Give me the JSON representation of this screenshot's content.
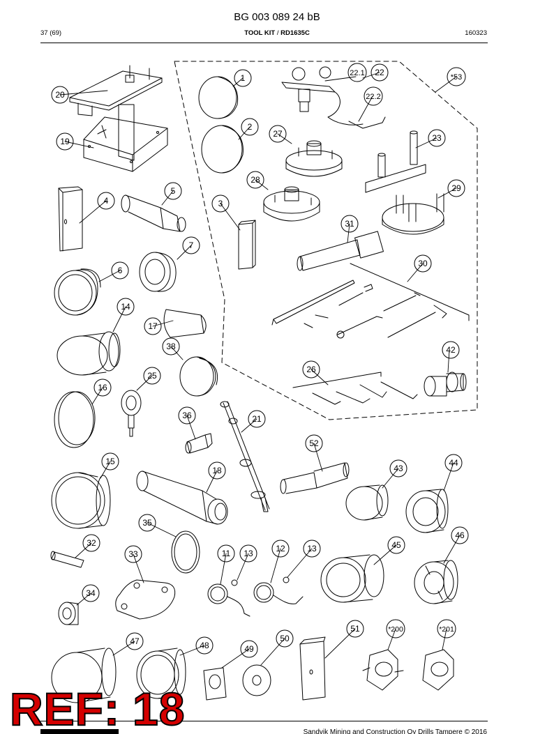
{
  "header": {
    "doc_title": "BG 003 089 24 bB",
    "page": "37 (69)",
    "kit_name": "TOOL KIT",
    "kit_sep": "/",
    "kit_code": "RD1635C",
    "date_code": "160323"
  },
  "parts": [
    {
      "label": "1",
      "tool": "dome-cap"
    },
    {
      "label": "2",
      "tool": "dome-cap"
    },
    {
      "label": "3",
      "tool": "plate"
    },
    {
      "label": "4",
      "tool": "block"
    },
    {
      "label": "5",
      "tool": "stepped-shaft"
    },
    {
      "label": "6",
      "tool": "sleeve"
    },
    {
      "label": "7",
      "tool": "bearing-ring"
    },
    {
      "label": "14",
      "tool": "sleeve"
    },
    {
      "label": "15",
      "tool": "sleeve"
    },
    {
      "label": "16",
      "tool": "disc"
    },
    {
      "label": "17",
      "tool": "taper-plug"
    },
    {
      "label": "18",
      "tool": "long-sleeve"
    },
    {
      "label": "19",
      "tool": "stand"
    },
    {
      "label": "20",
      "tool": "stand"
    },
    {
      "label": "21",
      "tool": "extractor-rod"
    },
    {
      "label": "22.1",
      "tool": "gauge-assembly"
    },
    {
      "label": "22",
      "tool": "gauge-assembly"
    },
    {
      "label": "22.2",
      "tool": "hose"
    },
    {
      "label": "*53",
      "tool": "kit-boundary"
    },
    {
      "label": "23",
      "tool": "pin-bar"
    },
    {
      "label": "25",
      "tool": "eye-bolt"
    },
    {
      "label": "26",
      "tool": "pick-set"
    },
    {
      "label": "27",
      "tool": "pulley-plate"
    },
    {
      "label": "28",
      "tool": "pulley-plate"
    },
    {
      "label": "29",
      "tool": "pin-plate"
    },
    {
      "label": "30",
      "tool": "wrench-set"
    },
    {
      "label": "31",
      "tool": "cylinder"
    },
    {
      "label": "32",
      "tool": "pin"
    },
    {
      "label": "33",
      "tool": "flange-plate"
    },
    {
      "label": "34",
      "tool": "nut"
    },
    {
      "label": "35",
      "tool": "ring"
    },
    {
      "label": "36",
      "tool": "set-screw"
    },
    {
      "label": "38",
      "tool": "dome-cap"
    },
    {
      "label": "42",
      "tool": "stepped-bushing"
    },
    {
      "label": "43",
      "tool": "sleeve"
    },
    {
      "label": "44",
      "tool": "bearing-ring"
    },
    {
      "label": "45",
      "tool": "large-sleeve"
    },
    {
      "label": "46",
      "tool": "split-ring"
    },
    {
      "label": "47",
      "tool": "sleeve"
    },
    {
      "label": "48",
      "tool": "sleeve"
    },
    {
      "label": "49",
      "tool": "square-plate"
    },
    {
      "label": "50",
      "tool": "washer"
    },
    {
      "label": "51",
      "tool": "block"
    },
    {
      "label": "52",
      "tool": "stepped-shaft"
    },
    {
      "label": "11",
      "tool": "pressure-gauge"
    },
    {
      "label": "12",
      "tool": "pressure-gauge"
    },
    {
      "label": "13",
      "tool": "o-ring"
    },
    {
      "label": "13",
      "tool": "o-ring"
    },
    {
      "label": "*200",
      "tool": "lifting-eye"
    },
    {
      "label": "*201",
      "tool": "lifting-eye"
    }
  ],
  "footer": {
    "copyright": "Sandvik Mining and Construction Oy Drills Tampere © 2016"
  },
  "stamp": {
    "prefix": "REF:",
    "number": "18",
    "color": "#d40000"
  }
}
